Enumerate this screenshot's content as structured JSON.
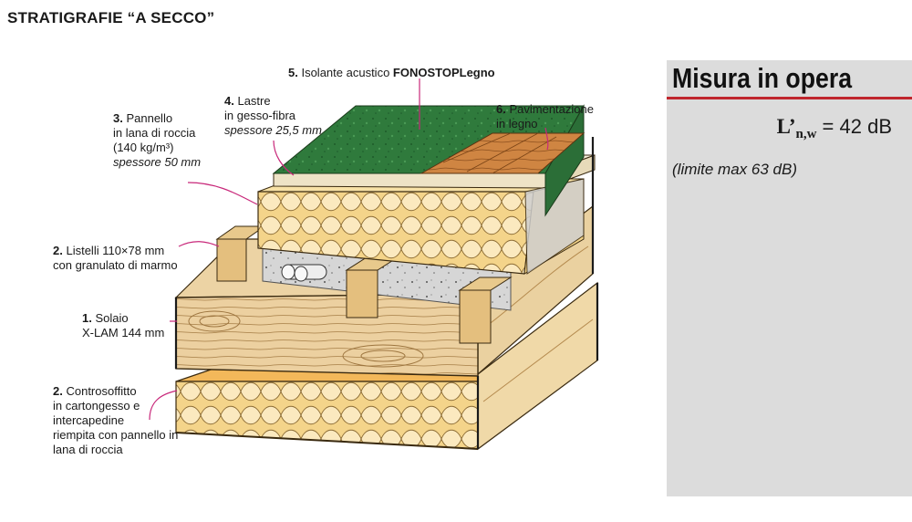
{
  "page_title": "STRATIGRAFIE “A SECCO”",
  "labels": {
    "l5": {
      "num": "5.",
      "text": "Isolante acustico ",
      "brand": "FONOSTOPLegno"
    },
    "l4": {
      "num": "4.",
      "line1": "Lastre",
      "line2": "in gesso-fibra",
      "thickness": "spessore 25,5 mm"
    },
    "l6": {
      "num": "6.",
      "line1": "Pavimentazione",
      "line2": "in legno"
    },
    "l3": {
      "num": "3.",
      "line1": "Pannello",
      "line2": "in lana di roccia",
      "line3": "(140 kg/m³)",
      "thickness": "spessore 50 mm"
    },
    "l2a": {
      "num": "2.",
      "line1": "Listelli 110×78 mm",
      "line2": "con granulato di marmo"
    },
    "l1": {
      "num": "1.",
      "line1": "Solaio",
      "line2": "X-LAM 144 mm"
    },
    "l2b": {
      "num": "2.",
      "line1": "Controsoffitto",
      "line2": "in cartongesso e",
      "line3": "intercapedine",
      "line4": "riempita con pannello in",
      "line5": "lana di roccia"
    }
  },
  "panel": {
    "title": "Misura in opera",
    "symbol": "L’",
    "subscript": "n,w",
    "equals": " = 42 dB",
    "limit": "(limite max 63 dB)"
  },
  "colors": {
    "accent_red": "#c0262d",
    "leader_magenta": "#c8287a",
    "panel_gray": "#dcdcdc",
    "felt_green": "#2f7a3c",
    "wood_floor": "#c97a3a",
    "gypsum_cream": "#f5e8c8",
    "rockwool_yellow": "#f2c977",
    "timber": "#e9c991",
    "concrete": "#d4d4d4"
  }
}
